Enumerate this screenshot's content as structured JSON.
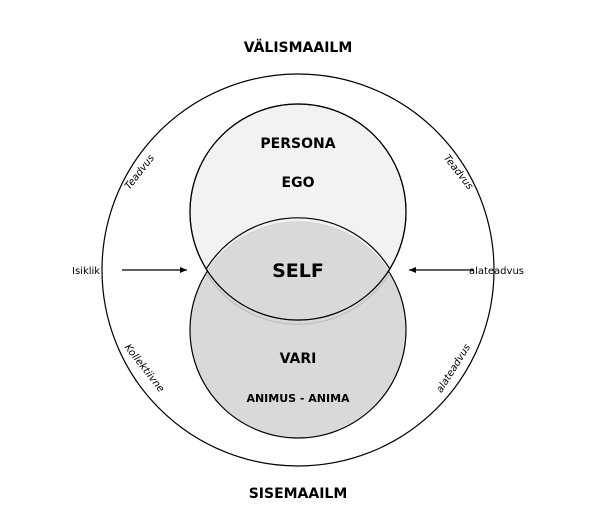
{
  "diagram": {
    "top_title": "VÄLISMAAILM",
    "bottom_title": "SISEMAAILM",
    "upper_circle": {
      "label_1": "PERSONA",
      "label_2": "EGO",
      "fill": "#f0f0f0"
    },
    "center_label": "SELF",
    "lower_circle": {
      "label_1": "VARI",
      "label_2": "ANIMUS - ANIMA",
      "fill": "#d9d9d9"
    },
    "left_label": "Isiklik",
    "right_label": "alateadvus",
    "arc_labels": {
      "top_left": "Teadvus",
      "top_right": "Teadvus",
      "bottom_left": "Kollektiivne",
      "bottom_right": "alateadvus"
    },
    "colors": {
      "stroke": "#000000",
      "overlap_stroke": "#bdbdbd"
    }
  }
}
